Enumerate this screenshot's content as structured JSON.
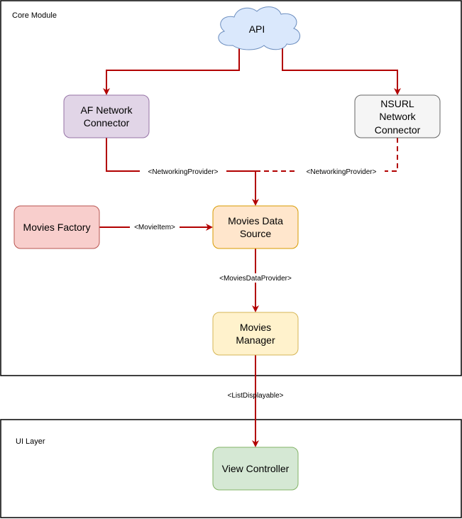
{
  "diagram": {
    "containers": [
      {
        "id": "core",
        "label": "Core Module"
      },
      {
        "id": "ui",
        "label": "UI Layer"
      }
    ],
    "nodes": [
      {
        "id": "api",
        "label_lines": [
          "API"
        ],
        "shape": "cloud",
        "fill": "#dae8fc",
        "stroke": "#6c8ebf"
      },
      {
        "id": "af",
        "label_lines": [
          "AF Network",
          "Connector"
        ],
        "shape": "rounded-rect",
        "fill": "#e1d5e7",
        "stroke": "#9673a6"
      },
      {
        "id": "nsurl",
        "label_lines": [
          "NSURL",
          "Network",
          "Connector"
        ],
        "shape": "rounded-rect",
        "fill": "#f5f5f5",
        "stroke": "#666666"
      },
      {
        "id": "factory",
        "label_lines": [
          "Movies Factory"
        ],
        "shape": "rounded-rect",
        "fill": "#f8cecc",
        "stroke": "#b85450"
      },
      {
        "id": "datasource",
        "label_lines": [
          "Movies Data",
          "Source"
        ],
        "shape": "rounded-rect",
        "fill": "#ffe6cc",
        "stroke": "#d79b00"
      },
      {
        "id": "manager",
        "label_lines": [
          "Movies",
          "Manager"
        ],
        "shape": "rounded-rect",
        "fill": "#fff2cc",
        "stroke": "#d6b656"
      },
      {
        "id": "viewcontroller",
        "label_lines": [
          "View Controller"
        ],
        "shape": "rounded-rect",
        "fill": "#d5e8d4",
        "stroke": "#82b366"
      }
    ],
    "edges": [
      {
        "from": "api",
        "to": "af",
        "label": "",
        "style": "solid"
      },
      {
        "from": "api",
        "to": "nsurl",
        "label": "",
        "style": "solid"
      },
      {
        "from": "af",
        "to": "datasource",
        "label": "<NetworkingProvider>",
        "style": "solid"
      },
      {
        "from": "nsurl",
        "to": "datasource",
        "label": "<NetworkingProvider>",
        "style": "dashed"
      },
      {
        "from": "factory",
        "to": "datasource",
        "label": "<MovieItem>",
        "style": "solid"
      },
      {
        "from": "datasource",
        "to": "manager",
        "label": "<MoviesDataProvider>",
        "style": "solid"
      },
      {
        "from": "manager",
        "to": "viewcontroller",
        "label": "<ListDisplayable>",
        "style": "solid"
      }
    ],
    "edge_color": "#b20000"
  }
}
